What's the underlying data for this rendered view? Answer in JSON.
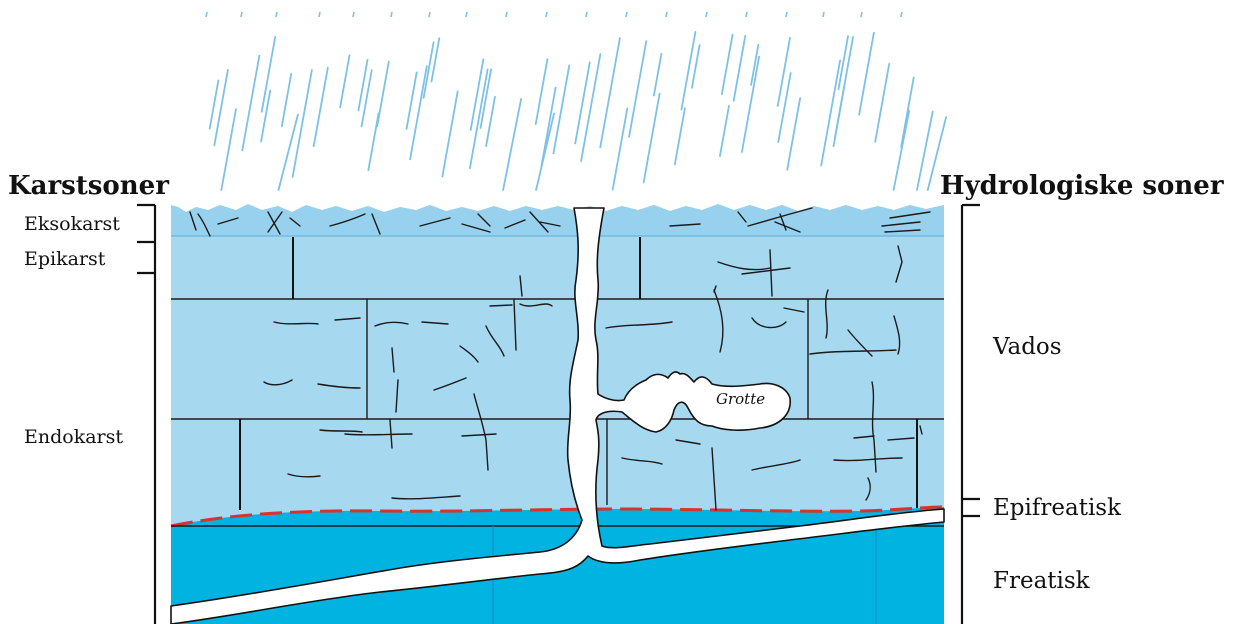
{
  "left_heading": "Karstsoner",
  "right_heading": "Hydrologiske soner",
  "karst_zones": {
    "eksokarst": "Eksokarst",
    "epikarst": "Epikarst",
    "endokarst": "Endokarst"
  },
  "hydro_zones": {
    "vados": "Vados",
    "epifreatisk": "Epifreatisk",
    "freatisk": "Freatisk"
  },
  "cave_label": "Grotte",
  "colors": {
    "rain": "#7cc1e8",
    "limestone": "#a6d8f0",
    "water": "#00b3e0",
    "water_table": "#d93030",
    "outline": "#111111"
  }
}
